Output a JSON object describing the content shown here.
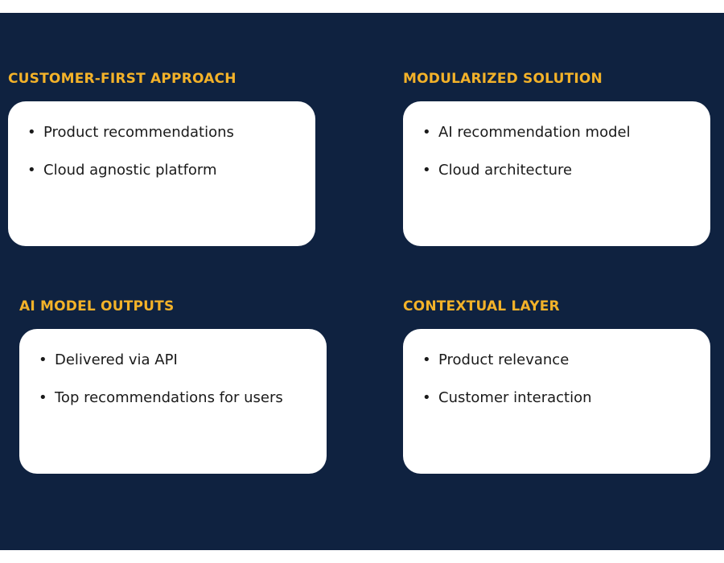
{
  "colors": {
    "background": "#0f2240",
    "heading": "#f3b229",
    "card": "#ffffff",
    "text": "#1a1a1a"
  },
  "bullet_glyph": "•",
  "sections": [
    {
      "title": "CUSTOMER-FIRST APPROACH",
      "items": [
        "Product recommendations",
        "Cloud agnostic platform"
      ]
    },
    {
      "title": "MODULARIZED SOLUTION",
      "items": [
        "AI recommendation model",
        "Cloud architecture"
      ]
    },
    {
      "title": "AI MODEL OUTPUTS",
      "items": [
        "Delivered via API",
        "Top recommendations for users"
      ]
    },
    {
      "title": "CONTEXTUAL LAYER",
      "items": [
        "Product relevance",
        "Customer interaction"
      ]
    }
  ]
}
